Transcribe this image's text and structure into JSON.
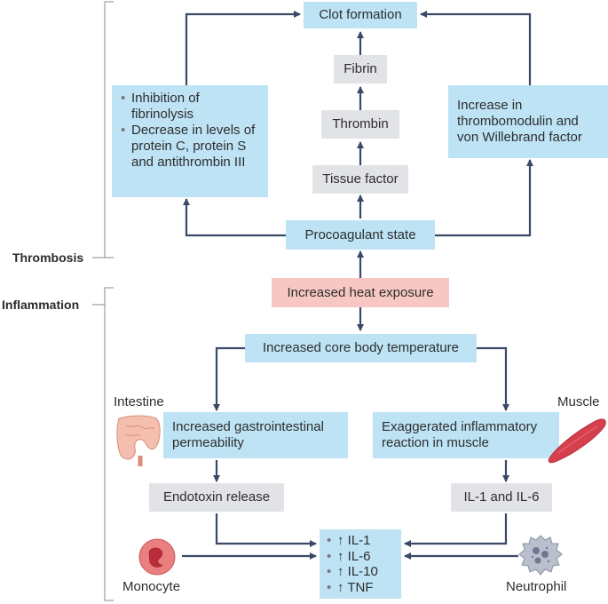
{
  "side_labels": {
    "thrombosis": "Thrombosis",
    "inflammation": "Inflammation"
  },
  "boxes": {
    "clot": "Clot formation",
    "fibrin": "Fibrin",
    "thrombin": "Thrombin",
    "tissue_factor": "Tissue factor",
    "procoagulant": "Procoagulant state",
    "heat": "Increased heat exposure",
    "core_temp": "Increased core body temperature",
    "gi_permeability": "Increased gastrointestinal permeability",
    "inflammatory_reaction": "Exaggerated inflammatory reaction in muscle",
    "endotoxin": "Endotoxin release",
    "il1_il6": "IL-1 and IL-6",
    "thrombomodulin": "Increase in thrombomodulin and von Willebrand factor"
  },
  "left_list": [
    "Inhibition of fibrinolysis",
    "Decrease in levels of protein C, protein S and antithrombin III"
  ],
  "cytokines": [
    "↑ IL-1",
    "↑ IL-6",
    "↑ IL-10",
    "↑ TNF"
  ],
  "organ_labels": {
    "intestine": "Intestine",
    "muscle": "Muscle",
    "monocyte": "Monocyte",
    "neutrophil": "Neutrophil"
  },
  "colors": {
    "blue_box": "#bde3f5",
    "grey_box": "#e2e3e7",
    "pink_box": "#f6c7c3",
    "arrow": "#3a4a66"
  }
}
